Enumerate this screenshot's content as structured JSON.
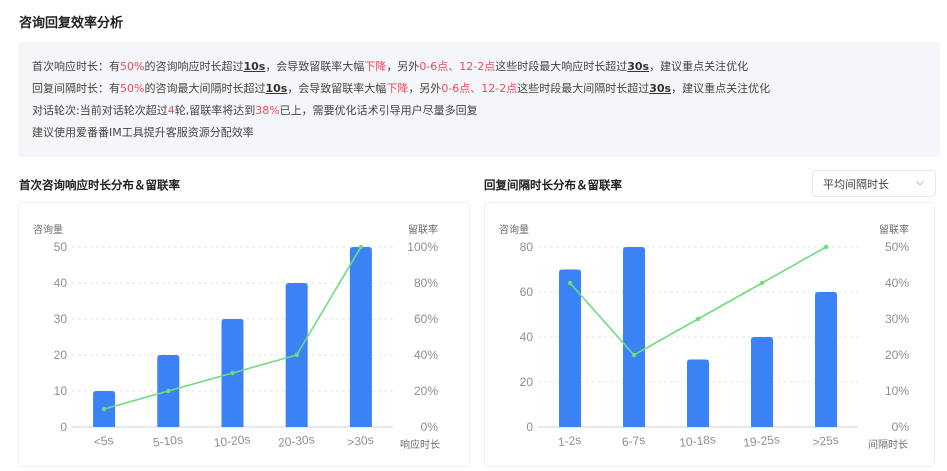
{
  "page": {
    "title": "咨询回复效率分析"
  },
  "summary": {
    "lines": [
      {
        "segments": [
          {
            "text": "首次响应时长：有",
            "style": "normal"
          },
          {
            "text": "50%",
            "style": "highlight"
          },
          {
            "text": "的咨询响应时长超过",
            "style": "normal"
          },
          {
            "text": "10s",
            "style": "underline"
          },
          {
            "text": "，会导致留联率大幅",
            "style": "normal"
          },
          {
            "text": "下降",
            "style": "highlight"
          },
          {
            "text": "，另外",
            "style": "normal"
          },
          {
            "text": "0-6点、12-2点",
            "style": "highlight"
          },
          {
            "text": "这些时段最大响应时长超过",
            "style": "normal"
          },
          {
            "text": "30s",
            "style": "underline"
          },
          {
            "text": "，建议重点关注优化",
            "style": "normal"
          }
        ]
      },
      {
        "segments": [
          {
            "text": "回复间隔时长：有",
            "style": "normal"
          },
          {
            "text": "50%",
            "style": "highlight"
          },
          {
            "text": "的咨询最大间隔时长超过",
            "style": "normal"
          },
          {
            "text": "10s",
            "style": "underline"
          },
          {
            "text": "，会导致留联率大幅",
            "style": "normal"
          },
          {
            "text": "下降",
            "style": "highlight"
          },
          {
            "text": "，另外",
            "style": "normal"
          },
          {
            "text": "0-6点、12-2点",
            "style": "highlight"
          },
          {
            "text": "这些时段最大间隔时长超过",
            "style": "normal"
          },
          {
            "text": "30s",
            "style": "underline"
          },
          {
            "text": "，建议重点关注优化",
            "style": "normal"
          }
        ]
      },
      {
        "segments": [
          {
            "text": "对话轮次:当前对话轮次超过",
            "style": "normal"
          },
          {
            "text": "4",
            "style": "highlight"
          },
          {
            "text": "轮,留联率将达到",
            "style": "normal"
          },
          {
            "text": "38%",
            "style": "highlight"
          },
          {
            "text": "已上，需要优化话术引导用户尽量多回复",
            "style": "normal"
          }
        ]
      },
      {
        "segments": [
          {
            "text": "建议使用爱番番IM工具提升客服资源分配效率",
            "style": "normal"
          }
        ]
      }
    ]
  },
  "left_section": {
    "title": "首次咨询响应时长分布＆留联率"
  },
  "right_section": {
    "title": "回复间隔时长分布＆留联率",
    "dropdown": {
      "selected": "平均间隔时长",
      "icon": "chevron-down-icon"
    }
  },
  "colors": {
    "bar": "#3b82f6",
    "line": "#6fdc7c",
    "highlight": "#f5475b",
    "grid": "#e6e6e6",
    "axis": "#cfd1d5",
    "panel_bg": "#f5f6fa"
  },
  "chart_data": [
    {
      "type": "bar+line",
      "title": "首次咨询响应时长分布＆留联率",
      "categories": [
        "<5s",
        "5-10s",
        "10-20s",
        "20-30s",
        ">30s"
      ],
      "series": [
        {
          "name": "咨询量",
          "type": "bar",
          "axis": "left",
          "values": [
            10,
            20,
            30,
            40,
            50
          ]
        },
        {
          "name": "留联率",
          "type": "line",
          "axis": "right",
          "values": [
            10,
            20,
            30,
            40,
            100
          ],
          "unit": "%"
        }
      ],
      "xlabel": "响应时长",
      "ylabel_left": "咨询量",
      "ylabel_right": "留联率",
      "ylim_left": [
        0,
        50
      ],
      "ylim_right": [
        0,
        100
      ],
      "yticks_left": [
        "0",
        "10",
        "20",
        "30",
        "40",
        "50"
      ],
      "yticks_right": [
        "0%",
        "20%",
        "40%",
        "60%",
        "80%",
        "100%"
      ],
      "grid": true,
      "legend": "none"
    },
    {
      "type": "bar+line",
      "title": "回复间隔时长分布＆留联率",
      "categories": [
        "1-2s",
        "6-7s",
        "10-18s",
        "19-25s",
        ">25s"
      ],
      "series": [
        {
          "name": "咨询量",
          "type": "bar",
          "axis": "left",
          "values": [
            70,
            80,
            30,
            40,
            60
          ]
        },
        {
          "name": "留联率",
          "type": "line",
          "axis": "right",
          "values": [
            40,
            20,
            30,
            40,
            50
          ],
          "unit": "%"
        }
      ],
      "xlabel": "间隔时长",
      "ylabel_left": "咨询量",
      "ylabel_right": "留联率",
      "ylim_left": [
        0,
        80
      ],
      "ylim_right": [
        0,
        50
      ],
      "yticks_left": [
        "0",
        "20",
        "40",
        "60",
        "80"
      ],
      "yticks_right": [
        "0%",
        "10%",
        "20%",
        "30%",
        "40%",
        "50%"
      ],
      "grid": true,
      "legend": "none"
    }
  ]
}
